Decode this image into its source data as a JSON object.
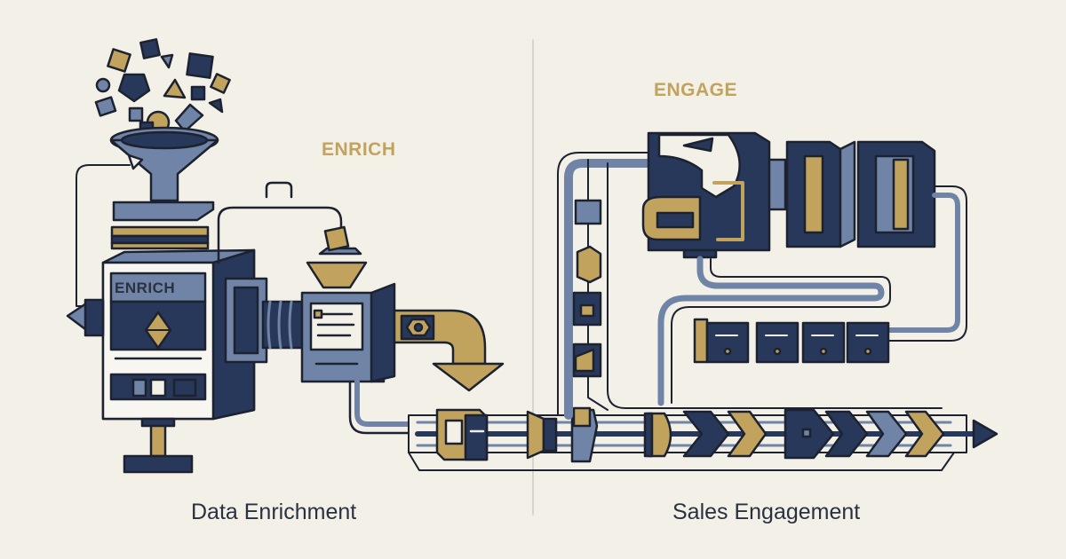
{
  "left_panel": {
    "stage_word": "ENRICH",
    "machine_plate": "ENRICH",
    "caption": "Data Enrichment"
  },
  "right_panel": {
    "stage_word": "ENGAGE",
    "caption": "Sales Engagement"
  },
  "palette": {
    "background": "#f3f0e8",
    "navy": "#27385a",
    "slate_blue": "#6f84a6",
    "gold": "#c2a35e",
    "outline": "#1c2230"
  }
}
